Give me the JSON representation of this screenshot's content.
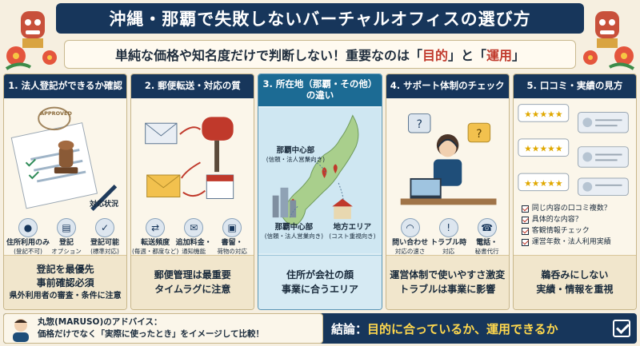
{
  "header": {
    "title": "沖縄・那覇で失敗しないバーチャルオフィスの選び方",
    "subtitle_pre": "単純な価格や知名度だけで判断しない！重要なのは「",
    "subtitle_hl1": "目的",
    "subtitle_mid": "」と「",
    "subtitle_hl2": "運用",
    "subtitle_post": "」"
  },
  "cards": [
    {
      "title": "1. 法人登記ができるか確認",
      "stamp_text": "APPROVED",
      "diagram_label": "対応状況",
      "items": [
        {
          "label": "住所利用のみ",
          "sub": "(登記不可)"
        },
        {
          "label": "登記",
          "sub": "オプション"
        },
        {
          "label": "登記可能",
          "sub": "(標準対応)"
        }
      ],
      "foot": [
        "登記を最優先",
        "事前確認必須"
      ],
      "foot_small": "県外利用者の審査・条件に注意"
    },
    {
      "title": "2. 郵便転送・対応の質",
      "items": [
        {
          "label": "転送頻度",
          "sub": "(毎週・都度など)"
        },
        {
          "label": "追加料金・",
          "sub": "通知機能"
        },
        {
          "label": "書留・",
          "sub": "荷物の対応"
        }
      ],
      "foot": [
        "郵便管理は最重要",
        "タイムラグに注意"
      ]
    },
    {
      "title": "3. 所在地（那覇・その他）の違い",
      "map_label_1": "那覇中心部",
      "map_sub_1": "(信頼・法人営業向き)",
      "map_label_2": "那覇中心部",
      "map_sub_2": "(信頼・法人営業向き)",
      "map_label_3": "地方エリア",
      "map_sub_3": "(コスト重視向き)",
      "foot": [
        "住所が会社の顔",
        "事業に合うエリア"
      ]
    },
    {
      "title": "4. サポート体制のチェック",
      "items": [
        {
          "label": "問い合わせ",
          "sub": "対応の速さ"
        },
        {
          "label": "トラブル時",
          "sub": "対応"
        },
        {
          "label": "電話・",
          "sub": "秘書代行"
        }
      ],
      "foot": [
        "運営体制で使いやすさ激変",
        "トラブルは事業に影響"
      ]
    },
    {
      "title": "5. 口コミ・実績の見方",
      "checklist": [
        "同じ内容の口コミ複数？",
        "具体的な内容？",
        "客観情報チェック",
        "運営年数・法人利用実績"
      ],
      "foot": [
        "鵜呑みにしない",
        "実績・情報を重視"
      ]
    }
  ],
  "footer": {
    "advisor": "丸惣(MARUSO)のアドバイス：",
    "advice": "価格だけでなく「実際に使ったとき」をイメージして比較！",
    "conclusion_pre": "結論：",
    "conclusion_hl": "目的に合っているか、運用できるか"
  },
  "colors": {
    "navy": "#17365b",
    "accent_red": "#c0392b",
    "accent_yellow": "#ffd84d",
    "card_bg": "#fbf6ea",
    "center_card_bg": "#e3f1f7"
  },
  "icons": [
    "shisa-icon",
    "hibiscus-icon",
    "stamp-icon",
    "document-icon",
    "pen-icon",
    "person-icon",
    "mail-icon",
    "mailbox-icon",
    "calendar-icon",
    "package-icon",
    "map-pin-icon",
    "headset-icon",
    "chat-icon",
    "phone-icon",
    "star-rating-icon",
    "checkbox-icon"
  ]
}
